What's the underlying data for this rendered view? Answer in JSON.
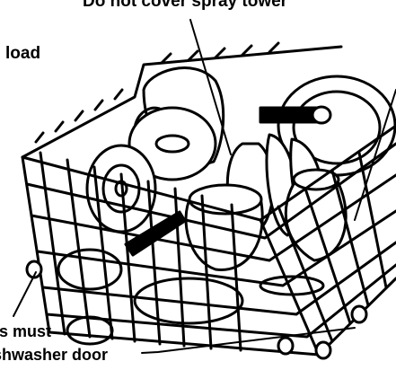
{
  "diagram": {
    "subject": "dishwasher lower rack loaded with dishes",
    "labels": {
      "spray_tower_warning": "Do not cover spray tower",
      "load": "load",
      "caster_note_line1": "rs must",
      "caster_note_line2": "shwasher door"
    },
    "line_color": "#000000",
    "background": "#ffffff"
  }
}
